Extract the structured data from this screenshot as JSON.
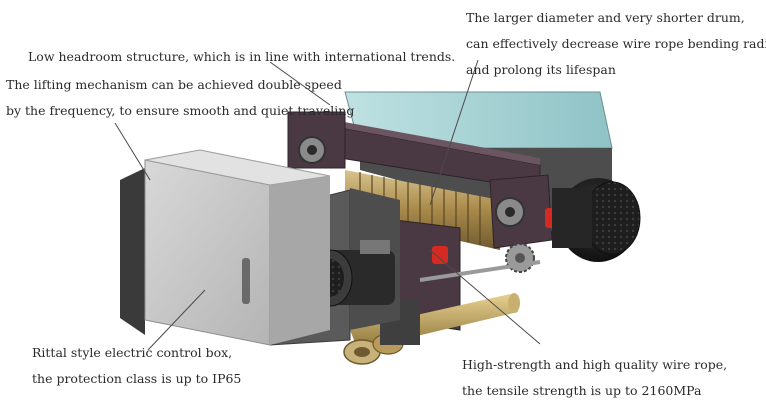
{
  "captions": {
    "drum": {
      "line1": "The larger diameter and very shorter drum,",
      "line2": "can effectively decrease wire rope bending radius,",
      "line3": "and prolong its lifespan"
    },
    "headroom": {
      "line1": "Low headroom structure, which is in line with international trends."
    },
    "lifting": {
      "line1": "The lifting mechanism can be achieved double speed",
      "line2": "by the frequency, to ensure smooth and quiet traveling"
    },
    "control_box": {
      "line1": "Rittal style electric control box,",
      "line2": "the protection class is up to IP65"
    },
    "wire_rope": {
      "line1": "High-strength and high quality wire rope,",
      "line2": "the tensile strength is up to 2160MPa"
    }
  },
  "colors": {
    "frame": "#4a3942",
    "panel": "#555555",
    "box": "#c9c9c9",
    "top_glass": "#a9d4d6",
    "drum_gold": "#b89a5a",
    "red_part": "#d42a22",
    "motor": "#2a2a2a"
  }
}
